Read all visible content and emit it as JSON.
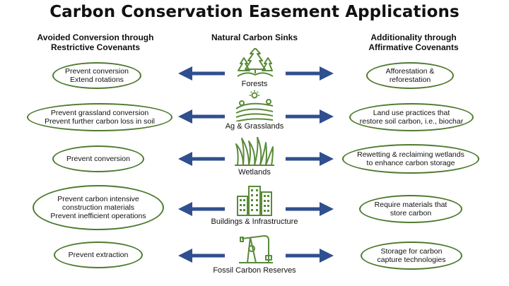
{
  "title": "Carbon Conservation Easement Applications",
  "columns": {
    "left": [
      "Avoided Conversion through",
      "Restrictive Covenants"
    ],
    "center": "Natural Carbon Sinks",
    "right": [
      "Additionality through",
      "Affirmative Covenants"
    ]
  },
  "rows": [
    {
      "sink": "Forests",
      "icon": "forest-icon",
      "left": [
        "Prevent conversion",
        "Extend rotations"
      ],
      "right": [
        "Afforestation &",
        "reforestation"
      ]
    },
    {
      "sink": "Ag & Grasslands",
      "icon": "farmland-icon",
      "left": [
        "Prevent grassland conversion",
        "Prevent further carbon loss in soil"
      ],
      "right": [
        "Land use practices that",
        "restore soil carbon, i.e., biochar"
      ]
    },
    {
      "sink": "Wetlands",
      "icon": "wetland-grass-icon",
      "left": [
        "Prevent conversion"
      ],
      "right": [
        "Rewetting & reclaiming wetlands",
        "to enhance carbon storage"
      ]
    },
    {
      "sink": "Buildings & Infrastructure",
      "icon": "buildings-icon",
      "left": [
        "Prevent carbon intensive",
        "construction materials",
        "Prevent inefficient operations"
      ],
      "right": [
        "Require materials that",
        "store carbon"
      ]
    },
    {
      "sink": "Fossil Carbon Reserves",
      "icon": "oil-pump-icon",
      "left": [
        "Prevent extraction"
      ],
      "right": [
        "Storage for carbon",
        "capture technologies"
      ]
    }
  ],
  "colors": {
    "ellipse_border": "#4e7a2e",
    "arrow": "#2f4f8f",
    "icon": "#5a8a3a"
  }
}
